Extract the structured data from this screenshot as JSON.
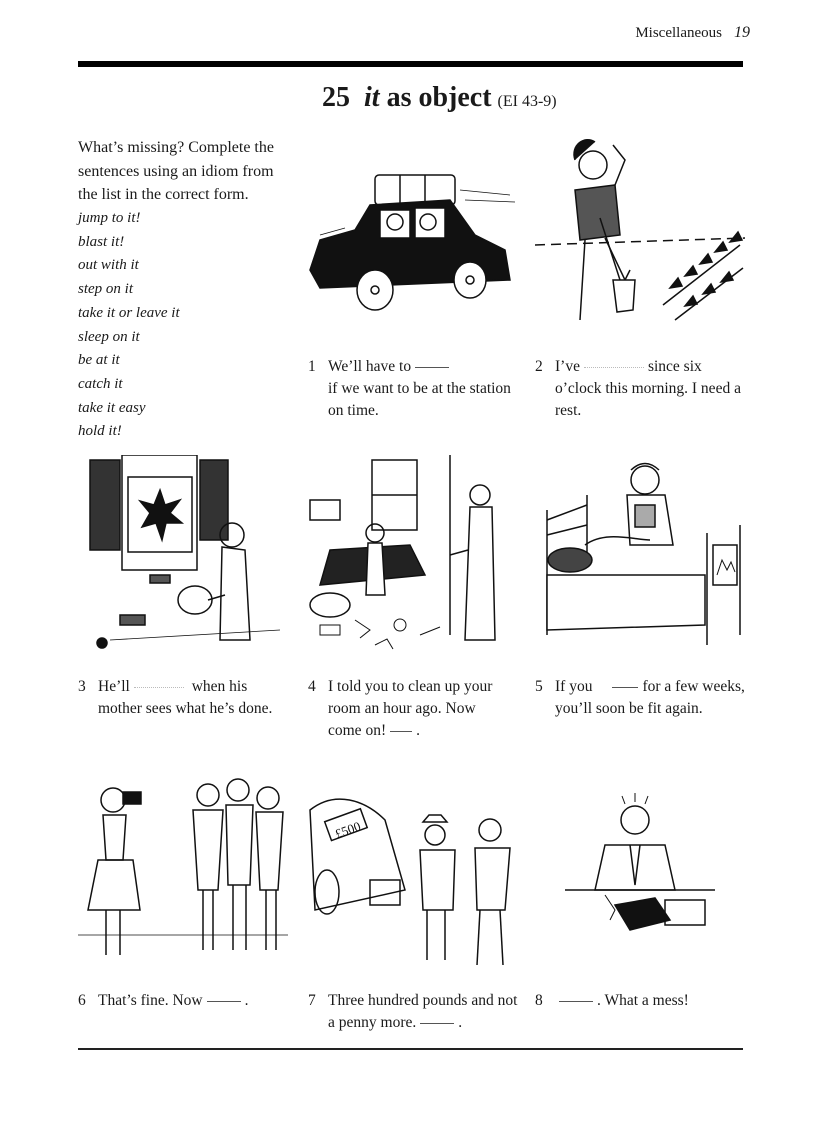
{
  "header": {
    "section": "Miscellaneous",
    "page_number": "19"
  },
  "unit": {
    "number": "25",
    "title_italic": "it",
    "title_rest": "as object",
    "reference": "(EI 43-9)"
  },
  "instructions": "What’s missing? Complete the sentences using an idiom from the list in the correct form.",
  "idioms": [
    "jump to it!",
    "blast it!",
    "out with it",
    "step on it",
    "take it or leave it",
    "sleep on it",
    "be at it",
    "catch it",
    "take it easy",
    "hold it!"
  ],
  "exercises": [
    {
      "number": "1",
      "before": "We’ll have to",
      "after": "if we want to be at the station on time.",
      "picture": "car-speeding-illustration"
    },
    {
      "number": "2",
      "before": "I’ve",
      "after": "since six o’clock this morning. I need a rest.",
      "picture": "woman-digging-garden-illustration"
    },
    {
      "number": "3",
      "before": "He’ll",
      "after": "when his mother sees what he’s done.",
      "picture": "boy-broken-window-illustration"
    },
    {
      "number": "4",
      "before": "I told you to clean up your room an hour ago. Now come on!",
      "after": ".",
      "picture": "messy-room-illustration"
    },
    {
      "number": "5",
      "before": "If you",
      "after": "for a few weeks, you’ll soon be fit again.",
      "picture": "hospital-bed-illustration"
    },
    {
      "number": "6",
      "before": "That’s fine. Now",
      "after": ".",
      "picture": "photographer-group-illustration"
    },
    {
      "number": "7",
      "before": "Three hundred pounds and not a penny more.",
      "after": ".",
      "picture": "car-sale-illustration",
      "price_tag": "£500"
    },
    {
      "number": "8",
      "before": "",
      "after": ". What a mess!",
      "picture": "spilled-drink-desk-illustration"
    }
  ],
  "colors": {
    "ink": "#1a1a1a",
    "rule": "#000000",
    "paper": "#ffffff"
  }
}
